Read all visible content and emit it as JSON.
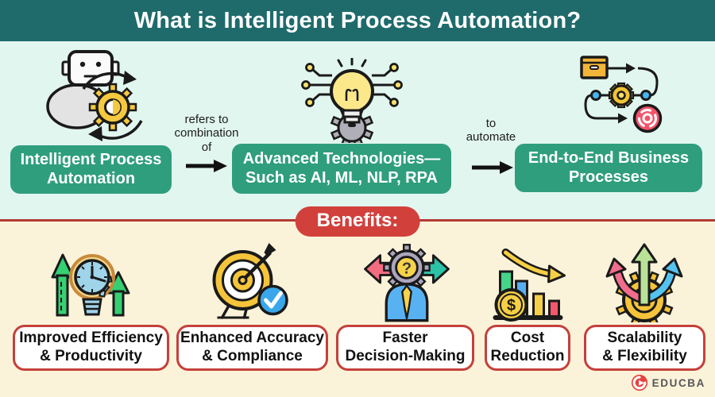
{
  "header": {
    "title": "What is Intelligent Process Automation?"
  },
  "flow": {
    "steps": [
      {
        "label": "Intelligent Process\nAutomation",
        "icon": "robot-brain-gear-icon"
      },
      {
        "label": "Advanced Technologies—\nSuch as AI, ML, NLP, RPA",
        "icon": "lightbulb-circuit-gear-icon"
      },
      {
        "label": "End-to-End Business\nProcesses",
        "icon": "process-flow-icon"
      }
    ],
    "connectors": [
      {
        "label": "refers to\ncombination\nof"
      },
      {
        "label": "to\nautomate"
      }
    ]
  },
  "benefits": {
    "title": "Benefits:",
    "items": [
      {
        "label": "Improved Efficiency\n& Productivity",
        "icon": "efficiency-bulb-clock-icon"
      },
      {
        "label": "Enhanced Accuracy\n& Compliance",
        "icon": "target-dart-check-icon"
      },
      {
        "label": "Faster\nDecision-Making",
        "icon": "decision-person-gear-icon"
      },
      {
        "label": "Cost\nReduction",
        "icon": "declining-chart-coin-icon"
      },
      {
        "label": "Scalability\n& Flexibility",
        "icon": "gear-branch-arrows-icon"
      }
    ]
  },
  "glyphs": {
    "question_mark": "?",
    "dollar": "$"
  },
  "footer": {
    "brand": "EDUCBA"
  },
  "colors": {
    "header_bg": "#1f6b6c",
    "flow_bg": "#e2f6f0",
    "flow_box_green": "#2f9e7c",
    "benefits_bg": "#fbf3d9",
    "accent_red": "#d2403c",
    "divider_red": "#b13a35",
    "box_border_red": "#c5403b",
    "icon_yellow": "#f5c93f",
    "icon_blue": "#58aef2",
    "icon_green": "#3ed287",
    "icon_pink": "#f25f74"
  }
}
